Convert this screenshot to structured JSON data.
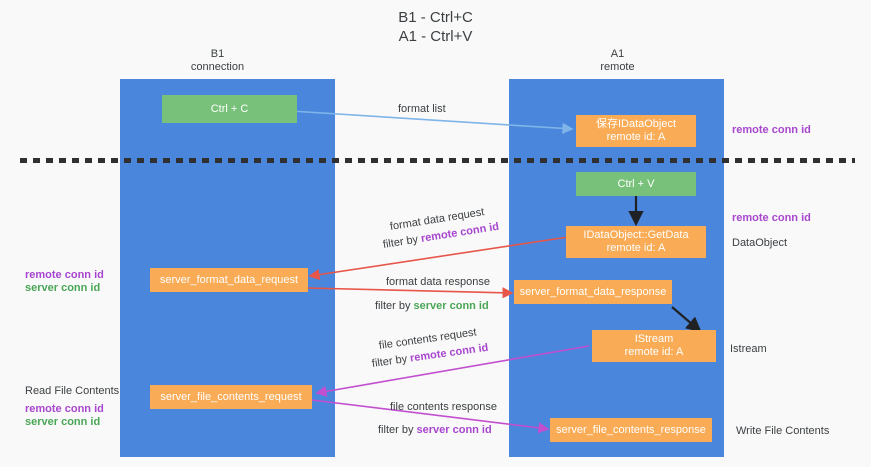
{
  "title": {
    "line1": "B1 - Ctrl+C",
    "line2": "A1 - Ctrl+V"
  },
  "columns": [
    {
      "name": "B1",
      "sub": "connection"
    },
    {
      "name": "A1",
      "sub": "remote"
    }
  ],
  "colors": {
    "lane": "#4a86dc",
    "orange_box": "#f9ab55",
    "green_box": "#78c17a",
    "purple_text": "#a846cf",
    "green_text": "#4aa657",
    "blue_arrow": "#7fb5e8",
    "red_arrow": "#e8564a",
    "magenta_arrow": "#c24fd0",
    "black_arrow": "#202124",
    "background": "#f9f9f9"
  },
  "boxes": {
    "ctrl_c": {
      "line1": "Ctrl + C",
      "line2": ""
    },
    "save_idataobject": {
      "line1": "保存IDataObject",
      "line2": "remote id: A"
    },
    "ctrl_v": {
      "line1": "Ctrl + V",
      "line2": ""
    },
    "getdata": {
      "line1": "IDataObject::GetData",
      "line2": "remote id: A"
    },
    "server_format_data_request": {
      "line1": "server_format_data_request",
      "line2": ""
    },
    "server_format_data_response": {
      "line1": "server_format_data_response",
      "line2": ""
    },
    "istream": {
      "line1": "IStream",
      "line2": "remote id: A"
    },
    "server_file_contents_request": {
      "line1": "server_file_contents_request",
      "line2": ""
    },
    "server_file_contents_response": {
      "line1": "server_file_contents_response",
      "line2": ""
    }
  },
  "arrow_labels": {
    "format_list": "format list",
    "format_data_request": "format data request",
    "format_data_request_filter_prefix": "filter by ",
    "format_data_request_filter_key": "remote conn id",
    "format_data_response": "format data response",
    "format_data_response_filter_prefix": "filter by ",
    "format_data_response_filter_key": "server conn id",
    "file_contents_request": "file contents request",
    "file_contents_request_filter_prefix": "filter by ",
    "file_contents_request_filter_key": "remote conn id",
    "file_contents_response": "file contents response",
    "file_contents_response_filter_prefix": "filter by ",
    "file_contents_response_filter_key": "server conn id"
  },
  "side_labels": {
    "right_remote_conn_id_1": "remote conn id",
    "right_remote_conn_id_2": "remote conn id",
    "right_dataobject": "DataObject",
    "right_istream": "Istream",
    "right_write_file_contents": "Write File Contents",
    "left_remote_conn_id_1": "remote conn id",
    "left_server_conn_id_1": "server conn id",
    "left_read_file_contents": "Read File Contents",
    "left_remote_conn_id_2": "remote conn id",
    "left_server_conn_id_2": "server conn id"
  }
}
